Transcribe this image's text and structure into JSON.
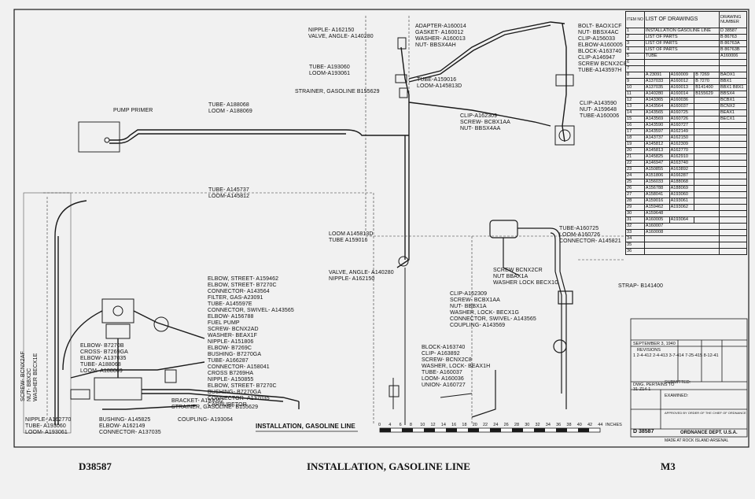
{
  "drawing": {
    "number": "D38587",
    "title": "INSTALLATION, GASOLINE LINE",
    "sheet_code": "M3",
    "diagram_title": "INSTALLATION, GASOLINE LINE",
    "scale_unit": "INCHES",
    "scale_ticks": [
      "0",
      "4",
      "6",
      "8",
      "10",
      "12",
      "14",
      "16",
      "18",
      "20",
      "22",
      "24",
      "26",
      "28",
      "30",
      "32",
      "34",
      "36",
      "38",
      "40",
      "42",
      "44"
    ]
  },
  "list_of_drawings": {
    "header_no": "ITEM NO",
    "header_title": "LIST OF DRAWINGS",
    "header_number": "DRAWING NUMBER",
    "rows": [
      {
        "n": "1",
        "a": "INSTALLATION GASOLINE LINE",
        "b": "",
        "c": "",
        "d": "D 38587"
      },
      {
        "n": "2",
        "a": "LIST OF PARTS",
        "b": "",
        "c": "",
        "d": "B 86763"
      },
      {
        "n": "3",
        "a": "LIST OF PARTS",
        "b": "",
        "c": "",
        "d": "B 86763A"
      },
      {
        "n": "4",
        "a": "LIST OF PARTS",
        "b": "",
        "c": "",
        "d": "B 86763B"
      },
      {
        "n": "5",
        "a": "TUBE",
        "b": "",
        "c": "",
        "d": "A160006"
      },
      {
        "n": "6",
        "a": "",
        "b": "",
        "c": "",
        "d": ""
      },
      {
        "n": "7",
        "a": "",
        "b": "",
        "c": "",
        "d": ""
      },
      {
        "n": "8",
        "a": "A 23091",
        "b": "A160009",
        "c": "B 7269",
        "d": "BAOX1"
      },
      {
        "n": "9",
        "a": "A137033",
        "b": "A160012",
        "c": "B 7270",
        "d": "BBX1"
      },
      {
        "n": "10",
        "a": "A137035",
        "b": "A160013",
        "c": "B141400",
        "d": "BBX1 B8X1"
      },
      {
        "n": "11",
        "a": "A140280",
        "b": "A160014",
        "c": "B155629",
        "d": "BBSX4"
      },
      {
        "n": "12",
        "a": "A143365",
        "b": "A160036",
        "c": "",
        "d": "BCBX1"
      },
      {
        "n": "13",
        "a": "A143564",
        "b": "A160037",
        "c": "",
        "d": "BCNX2"
      },
      {
        "n": "14",
        "a": "A143565",
        "b": "A160725",
        "c": "",
        "d": "BEAX1"
      },
      {
        "n": "15",
        "a": "A143569",
        "b": "A160726",
        "c": "",
        "d": "BECX1"
      },
      {
        "n": "16",
        "a": "A143590",
        "b": "A160727",
        "c": "",
        "d": ""
      },
      {
        "n": "17",
        "a": "A143597",
        "b": "A162149",
        "c": "",
        "d": ""
      },
      {
        "n": "18",
        "a": "A143737",
        "b": "A162150",
        "c": "",
        "d": ""
      },
      {
        "n": "19",
        "a": "A145812",
        "b": "A162309",
        "c": "",
        "d": ""
      },
      {
        "n": "20",
        "a": "A145813",
        "b": "A162770",
        "c": "",
        "d": ""
      },
      {
        "n": "21",
        "a": "A145825",
        "b": "A162910",
        "c": "",
        "d": ""
      },
      {
        "n": "22",
        "a": "A146947",
        "b": "A163740",
        "c": "",
        "d": ""
      },
      {
        "n": "23",
        "a": "A150855",
        "b": "A163892",
        "c": "",
        "d": ""
      },
      {
        "n": "24",
        "a": "A151806",
        "b": "A166287",
        "c": "",
        "d": ""
      },
      {
        "n": "25",
        "a": "A156033",
        "b": "A188068",
        "c": "",
        "d": ""
      },
      {
        "n": "26",
        "a": "A156788",
        "b": "A188069",
        "c": "",
        "d": ""
      },
      {
        "n": "27",
        "a": "A158041",
        "b": "A193060",
        "c": "",
        "d": ""
      },
      {
        "n": "28",
        "a": "A159016",
        "b": "A193061",
        "c": "",
        "d": ""
      },
      {
        "n": "29",
        "a": "A159462",
        "b": "A193062",
        "c": "",
        "d": ""
      },
      {
        "n": "30",
        "a": "A159648",
        "b": "",
        "c": "",
        "d": ""
      },
      {
        "n": "31",
        "a": "A160005",
        "b": "A193064",
        "c": "",
        "d": ""
      },
      {
        "n": "32",
        "a": "A160007",
        "b": "",
        "c": "",
        "d": ""
      },
      {
        "n": "33",
        "a": "A160008",
        "b": "",
        "c": "",
        "d": ""
      },
      {
        "n": "34",
        "a": "",
        "b": "",
        "c": "",
        "d": ""
      },
      {
        "n": "35",
        "a": "",
        "b": "",
        "c": "",
        "d": ""
      },
      {
        "n": "36",
        "a": "",
        "b": "",
        "c": "",
        "d": ""
      }
    ]
  },
  "callouts": {
    "pump_primer": "PUMP PRIMER",
    "tube_a188068": [
      "TUBE- A188068",
      "LOOM - A188069"
    ],
    "tube_a145737": [
      "TUBE- A145737",
      "LOOM-A145812"
    ],
    "nipple_top": [
      "NIPPLE- A162150",
      "VALVE, ANGLE- A140280"
    ],
    "adapter_group": [
      "ADAPTER-A160014",
      "GASKET- A160012",
      "WASHER- A160013",
      "NUT- BBSX4AH"
    ],
    "tube_a193060": [
      "TUBE- A193060",
      "LOOM-A193061"
    ],
    "strainer_top": "STRAINER, GASOLINE B155629",
    "tube_a159016": [
      "TUBE-A159016",
      "LOOM-A145813D"
    ],
    "bolt_group": [
      "BOLT- BAOX1CF",
      "NUT- BBSX4AC",
      "CLIP-A156033",
      "ELBOW-A160005",
      "BLOCK-A163740",
      "CLIP-A146947",
      "SCREW BCNX2C8",
      "TUBE-A143597H"
    ],
    "clip_a143590": [
      "CLIP-A143590",
      "NUT- A159648",
      "TUBE-A160006"
    ],
    "clip_a162309_top": [
      "CLIP-A162309",
      "SCREW- BCBX1AA",
      "NUT- BBSX4AA"
    ],
    "loom_mid": [
      "LOOM A145813D",
      "TUBE A159016"
    ],
    "tube_a160725": [
      "TUBE-A160725",
      "LOOM-A160726",
      "CONNECTOR- A145821"
    ],
    "valve_mid": [
      "VALVE, ANGLE- A140280",
      "NIPPLE- A162150"
    ],
    "screw_bcnx2cr": [
      "SCREW BCNX2CR",
      "NUT BBAX1A",
      "WASHER LOCK BECX1G"
    ],
    "strap": "STRAP- B141400",
    "clip_group_right": [
      "CLIP-A162309",
      "SCREW- BCBX1AA",
      "NUT- BBBX1A",
      "WASHER, LOCK- BECX1G",
      "CONNECTOR, SWIVEL- A143565",
      "COUPLING- A143569"
    ],
    "block_group": [
      "BLOCK-A163740",
      "CLIP- A163892",
      "SCREW- BCNX2C8",
      "WASHER, LOCK- BEAX1H",
      "TUBE- A160037",
      "LOOM- A160036",
      "UNION- A160727"
    ],
    "fuel_pump_group": [
      "ELBOW, STREET- A159462",
      "ELBOW, STREET- B7270C",
      "CONNECTOR- A143564",
      "FILTER, GAS-A23091",
      "TUBE- A145597E",
      "CONNECTOR, SWIVEL- A143565",
      "ELBOW- A156788",
      "FUEL PUMP",
      "SCREW- BCNX2AD",
      "WASHER- BEAX1F",
      "NIPPLE- A151806",
      "ELBOW- B7269C",
      "BUSHING- B7270GA",
      "TUBE- A166287",
      "CONNECTOR- A158041",
      "CROSS B7269HA",
      "NIPPLE- A150855",
      "ELBOW, STREET- B7270C",
      "BUSHING- B7270GA",
      "CONNECTOR- A137035",
      "CARBURETOR"
    ],
    "elbow_b7270b": [
      "ELBOW- B7270B",
      "CROSS- B7269GA",
      "ELBOW- A137035",
      "TUBE- A188068",
      "LOOM- A188069"
    ],
    "screw_left": [
      "SCREW- BCNX2AF",
      "NUT- BBX2C",
      "WASHER BECX1E"
    ],
    "nipple_a162770": [
      "NIPPLE- A162770",
      "TUBE- A193060",
      "LOOM- A193061"
    ],
    "bushing_bottom": [
      "BUSHING- A145825",
      "ELBOW- A162149",
      "CONNECTOR- A137035"
    ],
    "bracket": [
      "BRACKET- A193062",
      "STRAINER, GASOLINE- B155629"
    ],
    "coupling": "COUPLING- A193064"
  },
  "title_block": {
    "date": "SEPTEMBER 3, 1940",
    "revisions_label": "REVISIONS",
    "revisions": [
      "1  2-4-41",
      "2  2-4-41",
      "3  3-7-41",
      "4  7-25-41",
      "5  8-12-41"
    ],
    "pertains_label": "DWG. PERTAINS TO",
    "pertains_value": "31-Z14-1",
    "submitted": "SUBMITTED:",
    "examined": "EXAMINED:",
    "approved": "APPROVED BY ORDER OF THE CHIEF OF ORDNANCE",
    "ordnance": "ORDNANCE DEPT. U.S.A.",
    "made_at": "MADE AT ROCK ISLAND ARSENAL",
    "dwg_no": "D 38587"
  },
  "colors": {
    "line": "#1a1a1a",
    "paper": "#f3f3f3"
  }
}
